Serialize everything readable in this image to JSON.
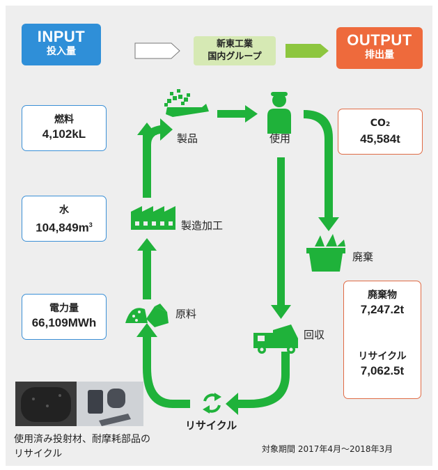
{
  "header": {
    "input_title": "INPUT",
    "input_sub": "投入量",
    "group_line1": "新東工業",
    "group_line2": "国内グループ",
    "output_title": "OUTPUT",
    "output_sub": "排出量"
  },
  "inputs": {
    "fuel_label": "燃料",
    "fuel_value": "4,102kL",
    "water_label": "水",
    "water_value": "104,849m",
    "water_unit_sup": "3",
    "power_label": "電力量",
    "power_value": "66,109MWh"
  },
  "outputs": {
    "co2_label": "CO",
    "co2_sub": "2",
    "co2_value": "45,584t",
    "waste_label": "廃棄物",
    "waste_value": "7,247.2t",
    "recycle_label": "リサイクル",
    "recycle_value": "7,062.5t"
  },
  "cycle": {
    "product": "製品",
    "use": "使用",
    "manufacturing": "製造加工",
    "disposal": "廃棄",
    "raw_material": "原料",
    "collection": "回収",
    "recycle": "リサイクル"
  },
  "photo_caption_line1": "使用済み投射材、耐摩耗部品の",
  "photo_caption_line2": "リサイクル",
  "period": "対象期間 2017年4月〜2018年3月",
  "colors": {
    "green": "#1fb23a",
    "input_blue": "#2f8fd8",
    "output_orange": "#ee6a3c",
    "group_bg": "#d6e9b4",
    "arrow_light_green": "#8dc63f"
  },
  "icons": [
    "product-icon",
    "worker-icon",
    "factory-icon",
    "trash-icon",
    "ore-icon",
    "truck-icon",
    "recycle-icon"
  ]
}
